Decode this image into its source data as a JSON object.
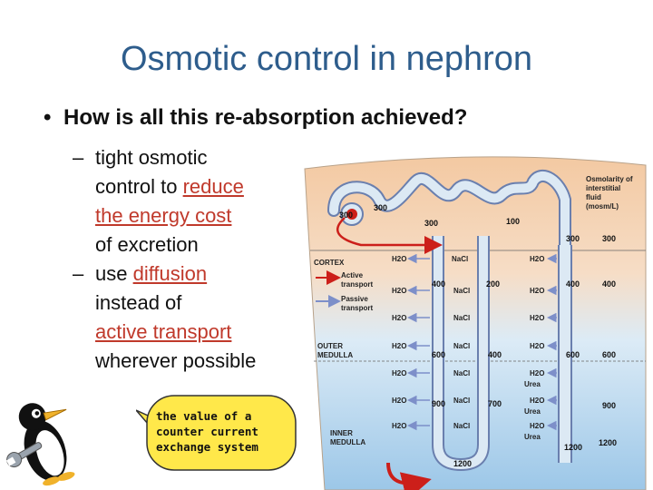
{
  "slide": {
    "title": "Osmotic control in nephron",
    "bullet": "How is all this re-absorption achieved?",
    "sub1": {
      "dash": "–",
      "line1": "tight osmotic",
      "line2": "control to ",
      "hl1": "reduce",
      "hl2": "the energy cost",
      "line4": "of excretion"
    },
    "sub2": {
      "dash": "–",
      "line1": "use ",
      "hl1": "diffusion",
      "line2": "instead of",
      "hl2": "active transport",
      "line4": "wherever possible"
    },
    "bubble": {
      "line1": "the value of a",
      "line2": "counter current",
      "line3": "exchange system"
    }
  },
  "diagram": {
    "osmolarity_title": [
      "Osmolarity of",
      "interstitial",
      "fluid",
      "(mosm/L)"
    ],
    "zones": {
      "cortex": "CORTEX",
      "outer": [
        "OUTER",
        "MEDULLA"
      ],
      "inner": [
        "INNER",
        "MEDULLA"
      ]
    },
    "legend": {
      "active": [
        "Active",
        "transport"
      ],
      "passive": [
        "Passive",
        "transport"
      ]
    },
    "scale": [
      "300",
      "400",
      "600",
      "900",
      "1200"
    ],
    "water": "H2O",
    "salt": "NaCl",
    "urea": "Urea",
    "tubule_values": {
      "v300a": "300",
      "v300b": "300",
      "v300c": "300",
      "v100": "100",
      "v300d": "300",
      "v400a": "400",
      "v200": "200",
      "v400b": "400",
      "v600a": "600",
      "v400c": "400",
      "v600b": "600",
      "v900": "900",
      "v700": "700",
      "v1200a": "1200",
      "v1200b": "1200"
    },
    "colors": {
      "active": "#cc1f1a",
      "passive": "#7d8fc9",
      "tubule": "#dce9f4",
      "bg_top": "#f3c9a2",
      "bg_bottom": "#9cc7e8"
    }
  }
}
